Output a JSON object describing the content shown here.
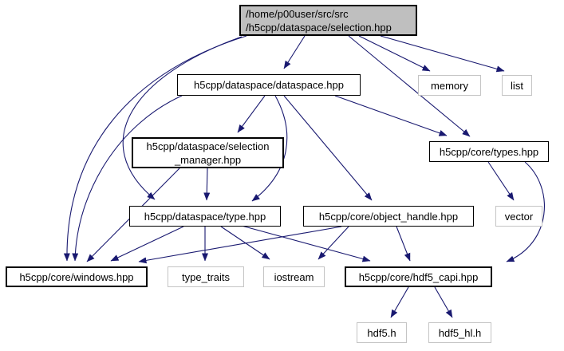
{
  "colors": {
    "edge": "#191970",
    "main_node_fill": "#bfbfbf",
    "project_border": "#000000",
    "system_border": "#c4c4c4",
    "background": "#ffffff"
  },
  "graph": {
    "nodes": [
      {
        "id": "selection",
        "kind": "main",
        "lines": [
          "/home/p00user/src/src",
          "/h5cpp/dataspace/selection.hpp"
        ]
      },
      {
        "id": "dataspace",
        "kind": "project",
        "lines": [
          "h5cpp/dataspace/dataspace.hpp"
        ]
      },
      {
        "id": "memory",
        "kind": "system",
        "lines": [
          "memory"
        ]
      },
      {
        "id": "list",
        "kind": "system",
        "lines": [
          "list"
        ]
      },
      {
        "id": "selection_manager",
        "kind": "project-bold",
        "lines": [
          "h5cpp/dataspace/selection",
          "_manager.hpp"
        ]
      },
      {
        "id": "types",
        "kind": "project",
        "lines": [
          "h5cpp/core/types.hpp"
        ]
      },
      {
        "id": "type",
        "kind": "project",
        "lines": [
          "h5cpp/dataspace/type.hpp"
        ]
      },
      {
        "id": "object_handle",
        "kind": "project",
        "lines": [
          "h5cpp/core/object_handle.hpp"
        ]
      },
      {
        "id": "vector",
        "kind": "system",
        "lines": [
          "vector"
        ]
      },
      {
        "id": "windows",
        "kind": "project-bold",
        "lines": [
          "h5cpp/core/windows.hpp"
        ]
      },
      {
        "id": "type_traits",
        "kind": "system",
        "lines": [
          "type_traits"
        ]
      },
      {
        "id": "iostream",
        "kind": "system",
        "lines": [
          "iostream"
        ]
      },
      {
        "id": "hdf5_capi",
        "kind": "project-bold",
        "lines": [
          "h5cpp/core/hdf5_capi.hpp"
        ]
      },
      {
        "id": "hdf5_h",
        "kind": "system",
        "lines": [
          "hdf5.h"
        ]
      },
      {
        "id": "hdf5_hl_h",
        "kind": "system",
        "lines": [
          "hdf5_hl.h"
        ]
      }
    ],
    "edges": [
      {
        "from": "selection",
        "to": "dataspace"
      },
      {
        "from": "selection",
        "to": "memory"
      },
      {
        "from": "selection",
        "to": "list"
      },
      {
        "from": "selection",
        "to": "types"
      },
      {
        "from": "selection",
        "to": "type"
      },
      {
        "from": "selection",
        "to": "windows"
      },
      {
        "from": "dataspace",
        "to": "selection_manager"
      },
      {
        "from": "dataspace",
        "to": "type"
      },
      {
        "from": "dataspace",
        "to": "object_handle"
      },
      {
        "from": "dataspace",
        "to": "types"
      },
      {
        "from": "dataspace",
        "to": "windows"
      },
      {
        "from": "selection_manager",
        "to": "type"
      },
      {
        "from": "selection_manager",
        "to": "windows"
      },
      {
        "from": "types",
        "to": "vector"
      },
      {
        "from": "types",
        "to": "hdf5_capi"
      },
      {
        "from": "type",
        "to": "windows"
      },
      {
        "from": "type",
        "to": "type_traits"
      },
      {
        "from": "type",
        "to": "iostream"
      },
      {
        "from": "type",
        "to": "hdf5_capi"
      },
      {
        "from": "object_handle",
        "to": "windows"
      },
      {
        "from": "object_handle",
        "to": "iostream"
      },
      {
        "from": "object_handle",
        "to": "hdf5_capi"
      },
      {
        "from": "hdf5_capi",
        "to": "hdf5_h"
      },
      {
        "from": "hdf5_capi",
        "to": "hdf5_hl_h"
      }
    ]
  }
}
